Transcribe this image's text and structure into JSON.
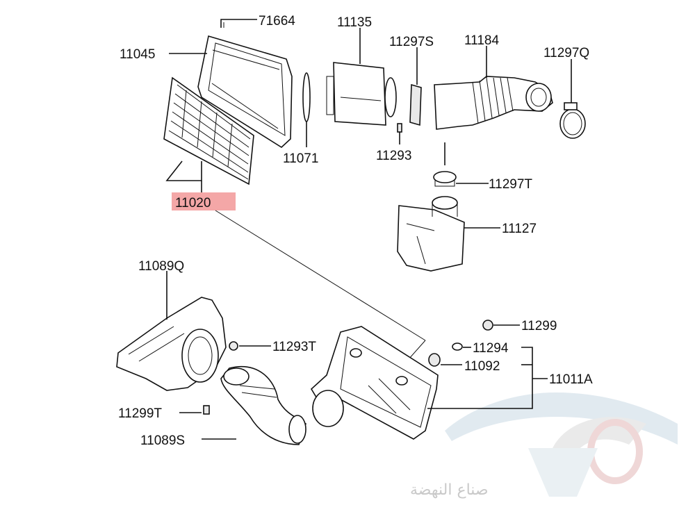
{
  "parts": {
    "p71664": "71664",
    "p11135": "11135",
    "p11297S": "11297S",
    "p11184": "11184",
    "p11297Q": "11297Q",
    "p11045": "11045",
    "p11071": "11071",
    "p11293": "11293",
    "p11020": "11020",
    "p11297T": "11297T",
    "p11127": "11127",
    "p11089Q": "11089Q",
    "p11293T": "11293T",
    "p11299": "11299",
    "p11294": "11294",
    "p11092": "11092",
    "p11011A": "11011A",
    "p11299T": "11299T",
    "p11089S": "11089S"
  },
  "highlight_color": "#f4a7a7",
  "watermark": {
    "text": "صناع النهضة",
    "colors": [
      "#c9d9e4",
      "#d9d9d9",
      "#e2b7b7"
    ]
  }
}
